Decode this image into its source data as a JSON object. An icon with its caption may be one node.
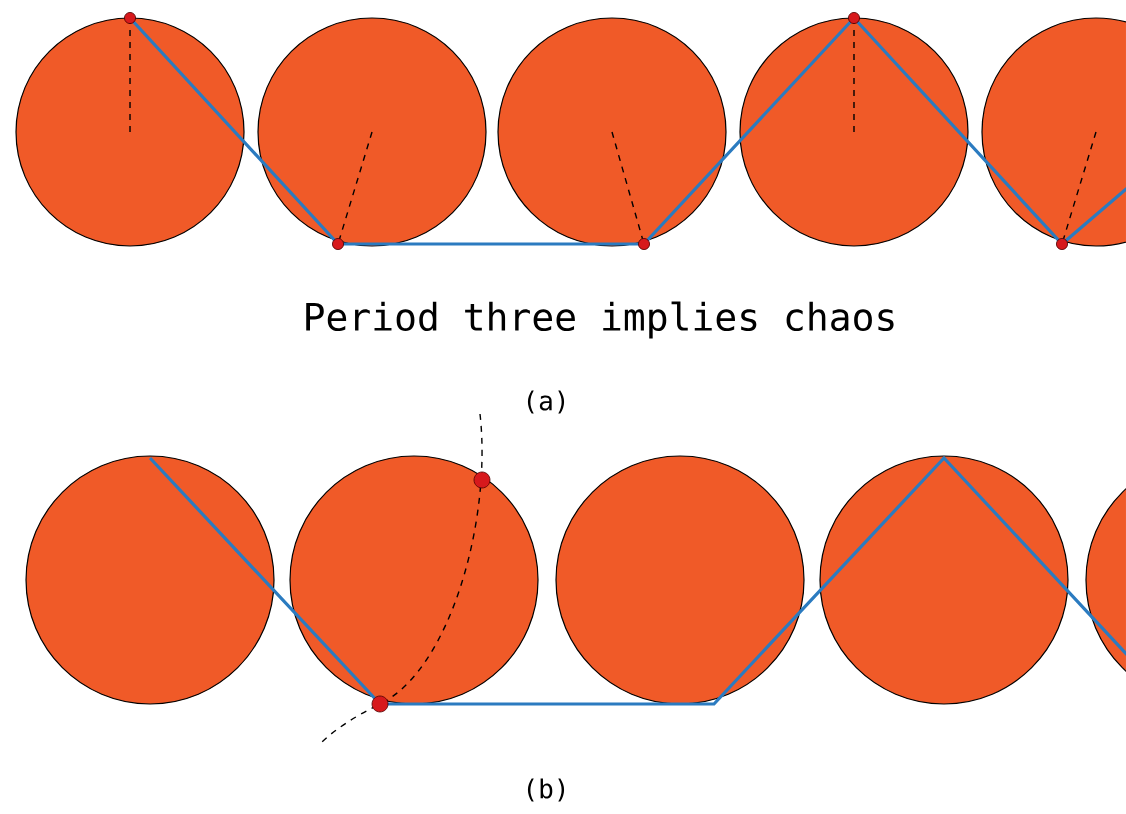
{
  "diagram": {
    "labels": [
      "Period three implies chaos",
      "(a)",
      "(b)"
    ]
  }
}
